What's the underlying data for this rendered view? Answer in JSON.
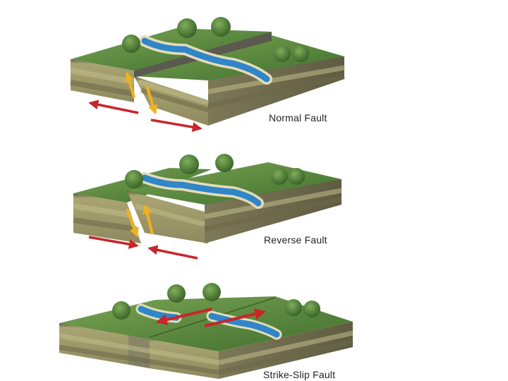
{
  "captions": {
    "normal": "Normal Fault",
    "reverse": "Reverse Fault",
    "strike_slip": "Strike-Slip Fault"
  },
  "colors": {
    "background": "#ffffff",
    "grass_light": "#6f9a4a",
    "grass_dark": "#3f6e2e",
    "soil_top": "#5e5b45",
    "layer_light": "#b5b07d",
    "layer_mid": "#8f8a5f",
    "layer_dark": "#6b6849",
    "fault_plane": "#5b5a4e",
    "river": "#2f86c9",
    "river_edge": "#7cc4ec",
    "river_bank": "#e6dcb8",
    "tree": "#4b7f32",
    "tree_trunk": "#5a3f26",
    "arrow_yellow": "#f0b11e",
    "arrow_red": "#c9252a"
  },
  "icons": {
    "tree": "tree-icon",
    "slip_arrow": "yellow-slip-arrow",
    "stress_arrow": "red-stress-arrow"
  }
}
